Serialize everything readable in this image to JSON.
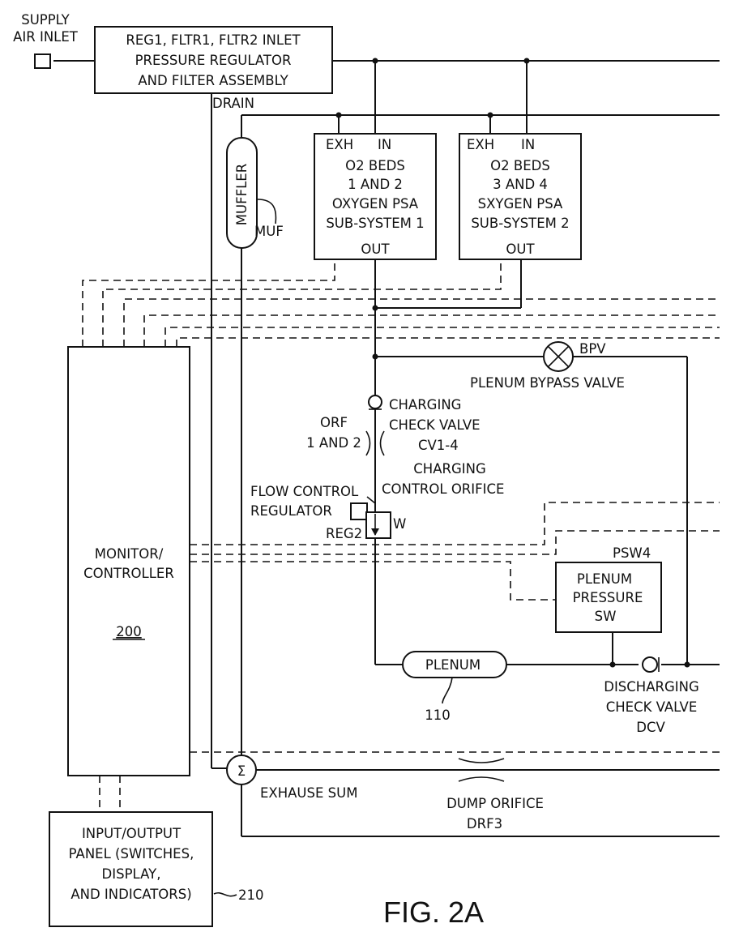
{
  "labels": {
    "supply": "SUPPLY",
    "air_inlet": "AIR INLET",
    "reg_l1": "REG1, FLTR1, FLTR2 INLET",
    "reg_l2": "PRESSURE REGULATOR",
    "reg_l3": "AND FILTER ASSEMBLY",
    "drain": "DRAIN",
    "muffler": "MUFFLER",
    "muf": "MUF",
    "psa1_exh": "EXH",
    "psa1_in": "IN",
    "psa1_l1": "O2 BEDS",
    "psa1_l2": "1 AND 2",
    "psa1_l3": "OXYGEN PSA",
    "psa1_l4": "SUB-SYSTEM 1",
    "psa1_out": "OUT",
    "psa2_exh": "EXH",
    "psa2_in": "IN",
    "psa2_l1": "O2 BEDS",
    "psa2_l2": "3 AND 4",
    "psa2_l3": "SXYGEN PSA",
    "psa2_l4": "SUB-SYSTEM 2",
    "psa2_out": "OUT",
    "bpv": "BPV",
    "bypass": "PLENUM BYPASS VALVE",
    "charging_1": "CHARGING",
    "charging_2": "CHECK VALVE",
    "cv": "CV1-4",
    "orf_1": "ORF",
    "orf_2": "1 AND 2",
    "charging_3": "CHARGING",
    "control_orifice": "CONTROL ORIFICE",
    "flow_control": "FLOW CONTROL",
    "regulator": "REGULATOR",
    "reg2": "REG2",
    "w": "W",
    "monitor_1": "MONITOR/",
    "monitor_2": "CONTROLLER",
    "monitor_num": "200",
    "psw4": "PSW4",
    "plenum_sw_1": "PLENUM",
    "plenum_sw_2": "PRESSURE",
    "plenum_sw_3": "SW",
    "plenum": "PLENUM",
    "plenum_num": "110",
    "discharging_1": "DISCHARGING",
    "discharging_2": "CHECK VALVE",
    "dcv": "DCV",
    "sum_symbol": "Σ",
    "exhaust_sum": "EXHAUSE SUM",
    "dump_1": "DUMP ORIFICE",
    "dump_2": "DRF3",
    "io_1": "INPUT/OUTPUT",
    "io_2": "PANEL (SWITCHES,",
    "io_3": "DISPLAY,",
    "io_4": "AND INDICATORS)",
    "io_num": "210",
    "figure": "FIG. 2A"
  }
}
